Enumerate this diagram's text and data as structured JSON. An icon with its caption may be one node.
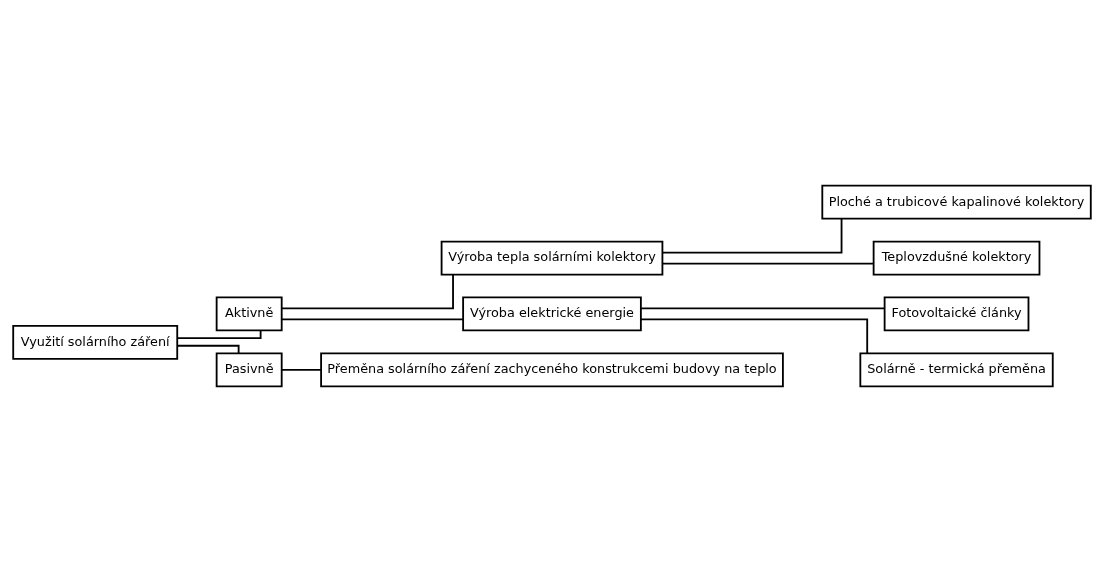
{
  "diagram": {
    "nodes": [
      {
        "text": [
          "Využití solárního záření"
        ]
      },
      {
        "text": [
          "Aktivně"
        ]
      },
      {
        "text": [
          "Pasivně"
        ]
      },
      {
        "text": [
          "Výroba tepla solárními kolektory"
        ]
      },
      {
        "text": [
          "Výroba elektrické energie"
        ]
      },
      {
        "text": [
          "Ploché a trubicové kapalinové kolektory"
        ]
      },
      {
        "text": [
          "Teplovzdušné kolektory"
        ]
      },
      {
        "text": [
          "Fotovoltaické články"
        ]
      },
      {
        "text": [
          "Solárně - termická přeměna"
        ]
      },
      {
        "text": [
          "Přeměna solárního záření zachyceného konstrukcemi budovy na teplo"
        ]
      }
    ],
    "edges": [
      {
        "from": 0,
        "to": 1,
        "arrow": "none"
      },
      {
        "from": 0,
        "to": 2,
        "arrow": "none"
      },
      {
        "from": 1,
        "to": 3,
        "arrow": "none"
      },
      {
        "from": 1,
        "to": 4,
        "arrow": "none"
      },
      {
        "from": 3,
        "to": 5,
        "arrow": "none"
      },
      {
        "from": 3,
        "to": 6,
        "arrow": "none"
      },
      {
        "from": 4,
        "to": 7,
        "arrow": "none"
      },
      {
        "from": 4,
        "to": 8,
        "arrow": "none"
      },
      {
        "from": 2,
        "to": 9,
        "arrow": "none"
      }
    ]
  }
}
